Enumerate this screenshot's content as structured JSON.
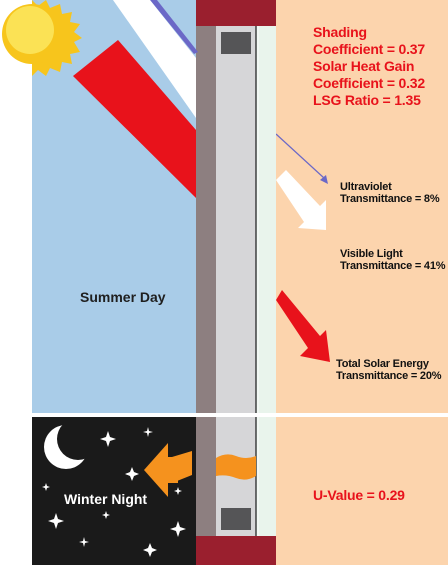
{
  "diagram": {
    "left_top_label": "Summer Day",
    "left_bottom_label": "Winter Night",
    "shading_lines": [
      "Shading",
      "Coefficient = 0.37",
      "Solar Heat Gain",
      "Coefficient = 0.32",
      "LSG Ratio = 1.35"
    ],
    "uv": {
      "line1": "Ultraviolet",
      "line2": "Transmittance = 8%"
    },
    "visible": {
      "line1": "Visible Light",
      "line2": "Transmittance = 41%"
    },
    "total": {
      "line1": "Total Solar Energy",
      "line2": "Transmittance = 20%"
    },
    "u_value": "U-Value = 0.29"
  },
  "colors": {
    "sky": "#a9cce8",
    "night": "#1a1a1a",
    "interior": "#fcd4ad",
    "frame": "#9a1f2e",
    "glass_light": "#e9f4ec",
    "glass_mid": "#d6d6d8",
    "glass_dark": "#8d7f80",
    "solar_ray": "#e8121b",
    "heat_arrow": "#f5921e",
    "label_red": "#e8121b",
    "sun": "#f7c51c"
  },
  "icons": [
    "sun-icon",
    "moon-icon",
    "star-icon",
    "heat-arrow-icon",
    "ultraviolet-ray-icon",
    "visible-light-ray-icon",
    "solar-energy-ray-icon"
  ]
}
